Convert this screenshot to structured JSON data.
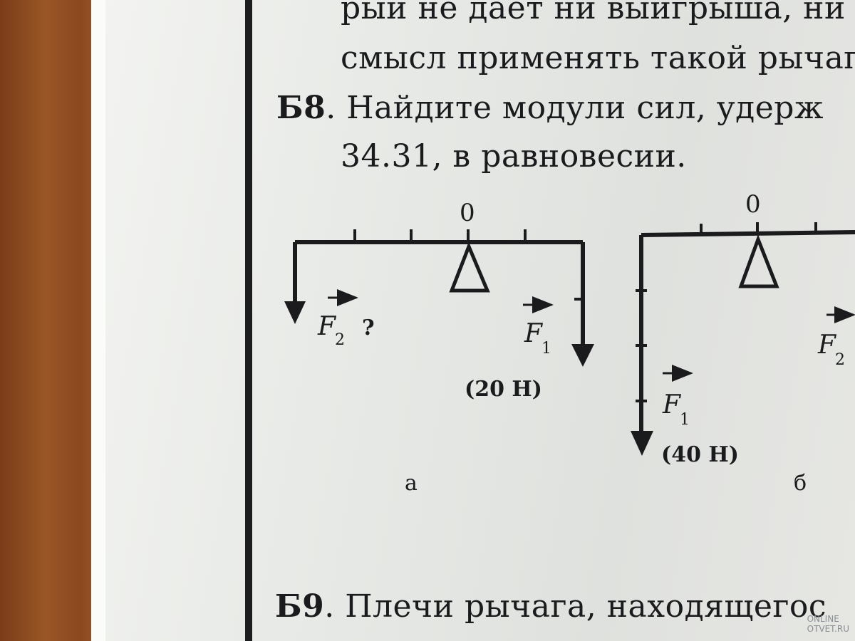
{
  "text": {
    "line1": "рый не дает ни выигрыша, ни",
    "line2": "смысл применять такой рычаг",
    "b8_number": "Б8",
    "b8_text": ". Найдите модули сил, удерж",
    "b8_line2": "34.31, в равновесии.",
    "b9_number": "Б9",
    "b9_text": ". Плечи рычага, находящегос"
  },
  "figure_a": {
    "zero_label": "0",
    "f2_label": "F",
    "f2_sub": "2",
    "f2_question": "?",
    "f1_label": "F",
    "f1_sub": "1",
    "f1_value": "(20 Н)",
    "caption": "а"
  },
  "figure_b": {
    "zero_label": "0",
    "f1_label": "F",
    "f1_sub": "1",
    "f1_value": "(40 Н)",
    "f2_label": "F",
    "f2_sub": "2",
    "caption": "б"
  },
  "watermark": {
    "line1": "ONLINE",
    "line2": "OTVET.RU"
  },
  "colors": {
    "ink": "#1b1b1e",
    "paper": "#e6e7e3",
    "wood": "#8a4a22"
  }
}
